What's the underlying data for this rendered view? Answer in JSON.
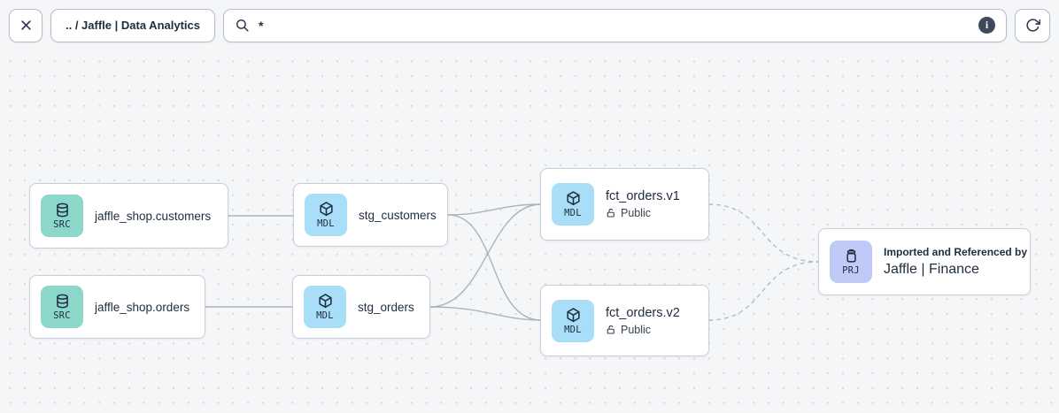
{
  "toolbar": {
    "breadcrumb_label": ".. / Jaffle | Data Analytics",
    "search_value": "*",
    "search_placeholder": "",
    "info_glyph": "i"
  },
  "nodes": [
    {
      "id": "src_customers",
      "type": "SRC",
      "title": "jaffle_shop.customers"
    },
    {
      "id": "src_orders",
      "type": "SRC",
      "title": "jaffle_shop.orders"
    },
    {
      "id": "stg_customers",
      "type": "MDL",
      "title": "stg_customers"
    },
    {
      "id": "stg_orders",
      "type": "MDL",
      "title": "stg_orders"
    },
    {
      "id": "fct_orders_v1",
      "type": "MDL",
      "title": "fct_orders.v1",
      "access": "Public"
    },
    {
      "id": "fct_orders_v2",
      "type": "MDL",
      "title": "fct_orders.v2",
      "access": "Public"
    },
    {
      "id": "prj_finance",
      "type": "PRJ",
      "subtitle": "Imported and Referenced by",
      "title": "Jaffle | Finance"
    }
  ],
  "edges": [
    {
      "from": "jaffle_shop.customers",
      "to": "stg_customers",
      "style": "solid"
    },
    {
      "from": "jaffle_shop.orders",
      "to": "stg_orders",
      "style": "solid"
    },
    {
      "from": "stg_customers",
      "to": "fct_orders.v1",
      "style": "solid"
    },
    {
      "from": "stg_customers",
      "to": "fct_orders.v2",
      "style": "solid"
    },
    {
      "from": "stg_orders",
      "to": "fct_orders.v1",
      "style": "solid"
    },
    {
      "from": "stg_orders",
      "to": "fct_orders.v2",
      "style": "solid"
    },
    {
      "from": "fct_orders.v1",
      "to": "Jaffle | Finance",
      "style": "dashed"
    },
    {
      "from": "fct_orders.v2",
      "to": "Jaffle | Finance",
      "style": "dashed"
    }
  ],
  "colors": {
    "canvas_bg": "#f5f6f8",
    "dot_grid": "#d4d8de",
    "src_badge": "#8bd8cb",
    "mdl_badge": "#a8def8",
    "prj_badge": "#c0caf8",
    "edge_solid": "#abb3c0",
    "edge_dashed": "#b4bbc7",
    "text": "#1e2c3f",
    "info_badge_bg": "#3e4a5b"
  }
}
